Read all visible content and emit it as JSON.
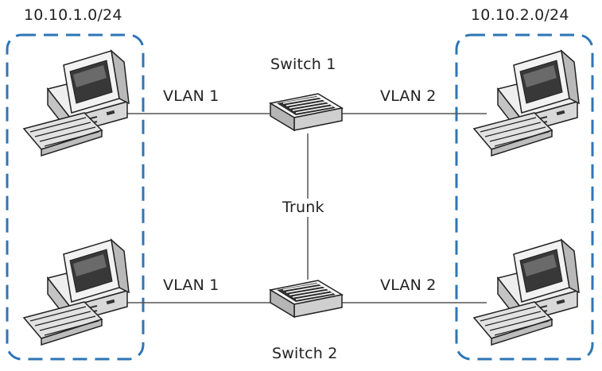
{
  "subnets": {
    "left": "10.10.1.0/24",
    "right": "10.10.2.0/24"
  },
  "switches": {
    "top": "Switch 1",
    "bottom": "Switch 2"
  },
  "links": {
    "top_left": "VLAN 1",
    "top_right": "VLAN 2",
    "bottom_left": "VLAN 1",
    "bottom_right": "VLAN 2",
    "trunk": "Trunk"
  },
  "colors": {
    "subnet_border": "#2e75b6",
    "link": "#555555"
  },
  "icons": {
    "computer": "desktop-computer-icon",
    "switch": "network-switch-icon"
  }
}
